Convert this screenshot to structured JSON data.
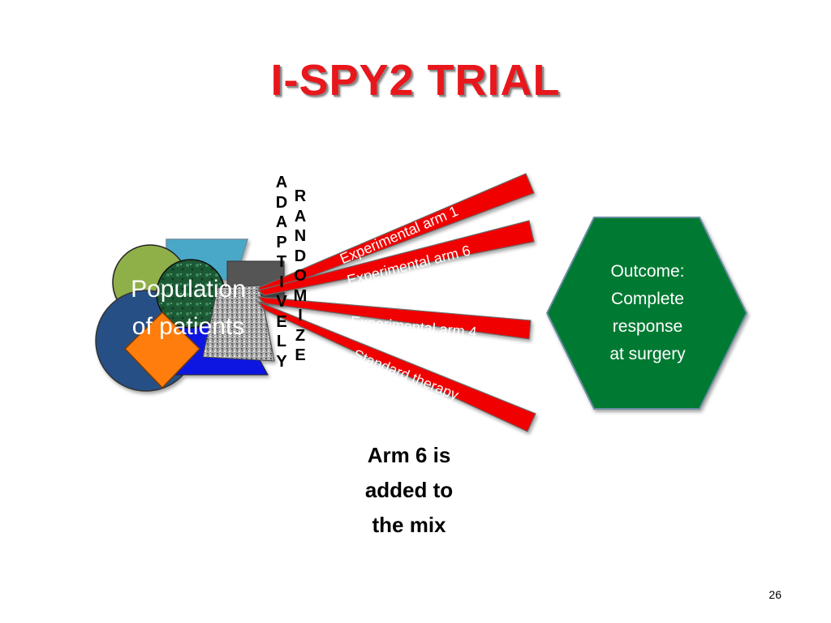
{
  "title": "I-SPY2 TRIAL",
  "vertical_words": {
    "adaptively": [
      "A",
      "D",
      "A",
      "P",
      "T",
      "I",
      "V",
      "E",
      "L",
      "Y"
    ],
    "randomize": [
      "R",
      "A",
      "N",
      "D",
      "O",
      "M",
      "I",
      "Z",
      "E"
    ]
  },
  "population": {
    "line1": "Population",
    "line2": "of patients"
  },
  "arms": [
    {
      "label": "Experimental arm 1"
    },
    {
      "label": "Experimental arm 6"
    },
    {
      "label": "Experimental arm 4"
    },
    {
      "label": "Standard therapy"
    }
  ],
  "outcome": {
    "line1": "Outcome:",
    "line2": "Complete",
    "line3": "response",
    "line4": "at surgery"
  },
  "note": {
    "line1": "Arm 6 is",
    "line2": "added to",
    "line3": "the mix"
  },
  "page_number": "26",
  "colors": {
    "title": "#e8171c",
    "arm_fill": "#f00000",
    "outcome_fill": "#007a33",
    "green_circle": "#8fb04a",
    "dark_circle": "#264f86",
    "teal_shape": "#4aa8c8",
    "orange_diamond": "#ff7d0a",
    "blue_triangle": "#0a14e0"
  }
}
